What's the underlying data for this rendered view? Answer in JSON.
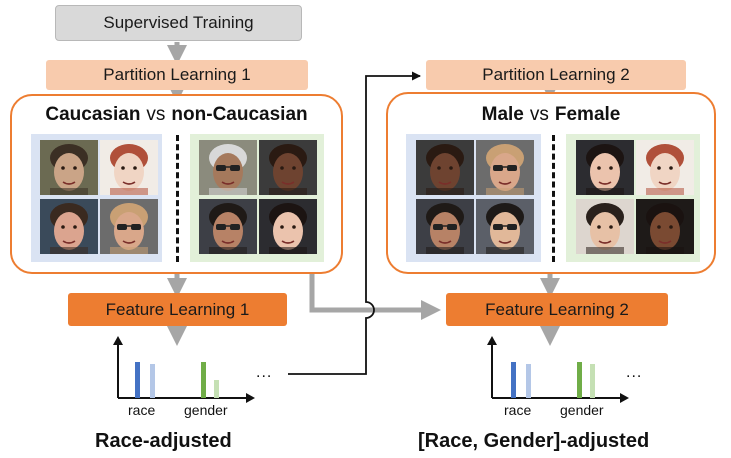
{
  "top": {
    "supervised_label": "Supervised Training"
  },
  "left": {
    "partition_label": "Partition Learning 1",
    "group_a": "Caucasian",
    "vs": "vs",
    "group_b": "non-Caucasian",
    "feature_label": "Feature Learning 1",
    "chart_x_labels": [
      "race",
      "gender"
    ],
    "ellipsis": "...",
    "bottom_label": "Race-adjusted"
  },
  "right": {
    "partition_label": "Partition Learning 2",
    "group_a": "Male",
    "vs": "vs",
    "group_b": "Female",
    "feature_label": "Feature Learning 2",
    "chart_x_labels": [
      "race",
      "gender"
    ],
    "ellipsis": "...",
    "bottom_label": "[Race, Gender]-adjusted"
  },
  "colors": {
    "orange": "#ed7d31",
    "light_orange": "#f8cbad",
    "gray_box": "#d9d9d9",
    "arrow_gray": "#a6a6a6",
    "blue_group": "#dae3f3",
    "green_group": "#e2f0d9",
    "bar_blue": "#4472c4",
    "bar_light_blue": "#b4c7e7",
    "bar_green": "#70ad47",
    "bar_light_green": "#c5e0b4"
  }
}
